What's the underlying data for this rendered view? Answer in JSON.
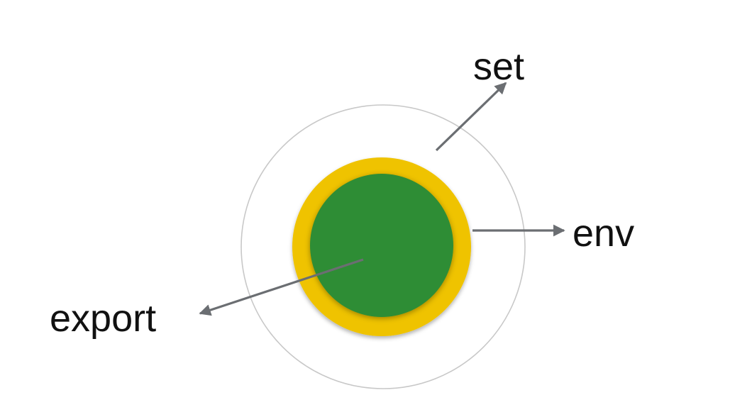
{
  "labels": {
    "set": "set",
    "env": "env",
    "export": "export"
  },
  "colors": {
    "background": "#ffffff",
    "outer_ring": "#c8c8c8",
    "middle_ring": "#efc300",
    "inner_disc": "#2f8d34",
    "arrow": "#6b6e72",
    "text": "#111111"
  }
}
